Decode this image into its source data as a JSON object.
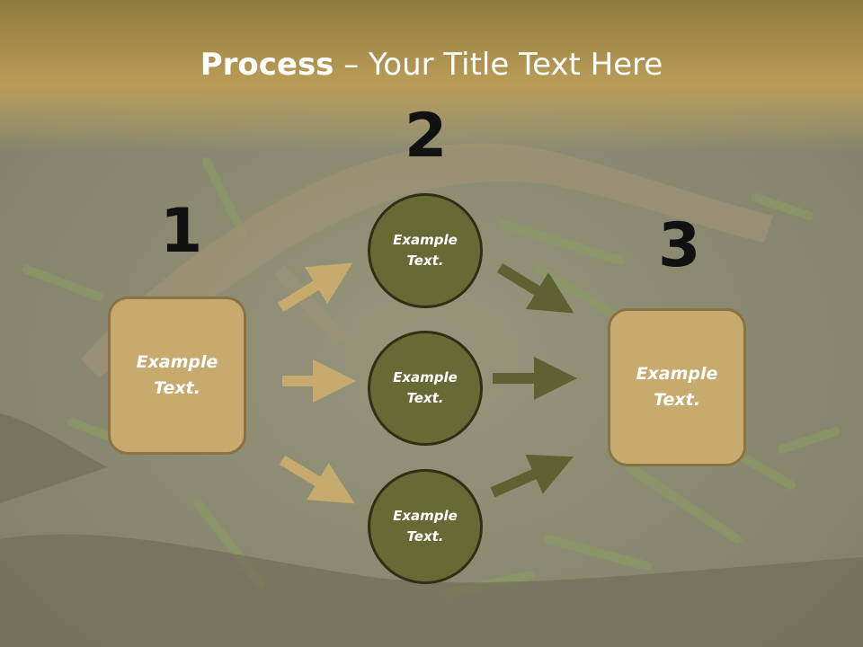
{
  "title": {
    "bold": "Process",
    "rest": " – Your Title Text Here"
  },
  "steps": {
    "one": "1",
    "two": "2",
    "three": "3"
  },
  "left_box": {
    "text": "Example Text."
  },
  "right_box": {
    "text": "Example Text."
  },
  "circles": [
    {
      "text": "Example Text."
    },
    {
      "text": "Example Text."
    },
    {
      "text": "Example Text."
    }
  ],
  "colors": {
    "box_fill": "#c6aa6e",
    "circle_fill": "#676a34",
    "tan_arrow": "#c6aa6e",
    "olive_arrow": "#5e6132",
    "title_band": "#b79a56"
  }
}
